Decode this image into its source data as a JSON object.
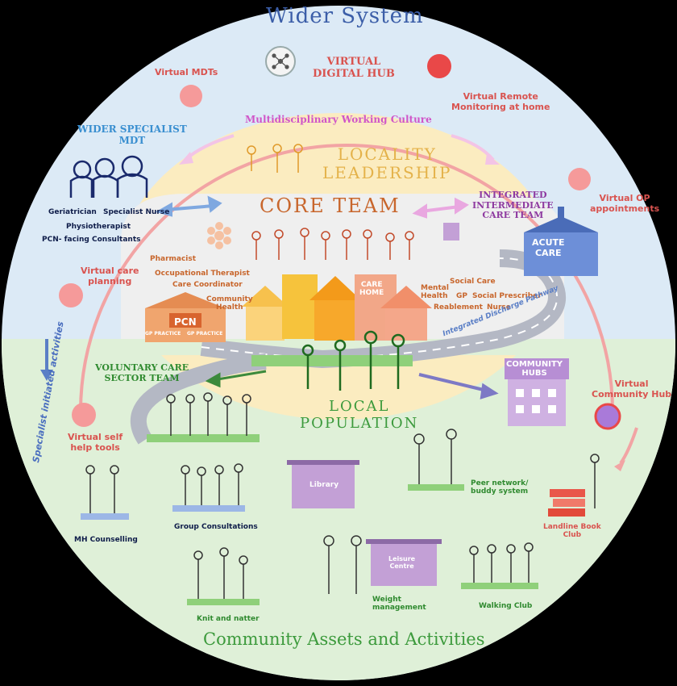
{
  "title": "Wider System",
  "bottom_title": "Community Assets and Activities",
  "side_label": "Specialist initiated activities",
  "digital": {
    "hub": "VIRTUAL\nDIGITAL HUB",
    "mdts": "Virtual MDTs",
    "remote": "Virtual Remote\nMonitoring at home",
    "op": "Virtual OP\nappointments",
    "care_planning": "Virtual care\nplanning",
    "community_hub": "Virtual\nCommunity Hub",
    "self_help": "Virtual self\nhelp tools"
  },
  "culture": "Multidisciplinary Working Culture",
  "locality": "LOCALITY\nLEADERSHIP",
  "core_team": "CORE TEAM",
  "wider_mdt": {
    "title": "WIDER SPECIALIST\nMDT",
    "roles": [
      "Geriatrician",
      "Specialist Nurse",
      "Physiotherapist",
      "PCN- facing Consultants"
    ]
  },
  "intermediate": "INTEGRATED\nINTERMEDIATE\nCARE TEAM",
  "acute": "ACUTE\nCARE",
  "core_roles": [
    "Pharmacist",
    "Occupational Therapist",
    "Care Coordinator",
    "Community\nHealth"
  ],
  "right_roles": [
    "Mental\nHealth",
    "Social Care",
    "GP",
    "Social Prescriber",
    "Reablement",
    "Nurse"
  ],
  "care_home": "CARE\nHOME",
  "pcn": "PCN",
  "gp_practice": "GP PRACTICE",
  "discharge": "Integrated Discharge Pathway",
  "community_hubs": "COMMUNITY\nHUBS",
  "voluntary": "VOLUNTARY CARE\nSECTOR TEAM",
  "local_population": "LOCAL\nPOPULATION",
  "assets": {
    "library": "Library",
    "leisure": "Leisure\nCentre",
    "mh": "MH Counselling",
    "group": "Group Consultations",
    "peer": "Peer network/\nbuddy system",
    "book_club": "Landline Book\nClub",
    "knit": "Knit and natter",
    "weight": "Weight\nmanagement",
    "walking": "Walking Club"
  },
  "colors": {
    "circle": "#dceaf6",
    "lower": "#dff0d8",
    "sun": "#fbecc0",
    "core_bg": "#efefef",
    "arc": "#f2a4a4",
    "dot": "#f59a9a",
    "dot_dark": "#e94848",
    "purple": "#c3a0d6"
  }
}
